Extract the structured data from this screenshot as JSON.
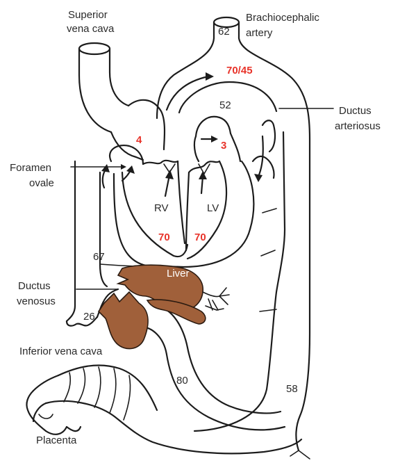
{
  "labels": {
    "superior_vena_cava": [
      "Superior",
      "vena cava"
    ],
    "brachiocephalic_artery": [
      "Brachiocephalic",
      "artery"
    ],
    "ductus_arteriosus": [
      "Ductus",
      "arteriosus"
    ],
    "foramen_ovale": [
      "Foramen",
      "ovale"
    ],
    "rv": "RV",
    "lv": "LV",
    "liver": "Liver",
    "ductus_venosus": [
      "Ductus",
      "venosus"
    ],
    "inferior_vena_cava": "Inferior vena cava",
    "placenta": "Placenta"
  },
  "oxygen_saturation": {
    "brachiocephalic": "62",
    "aortic_isthmus": "52",
    "svc_ivc_junction": "67",
    "ivc_lower": "26",
    "umbilical_vein": "80",
    "descending_aorta": "58"
  },
  "pressures": {
    "right_atrium": "4",
    "left_atrium": "3",
    "aorta": "70/45",
    "right_ventricle": "70",
    "left_ventricle": "70"
  },
  "colors": {
    "pressure_text": "#e8332a",
    "liver_fill": "#a0603a",
    "vessel_stroke": "#1c1c1c"
  }
}
